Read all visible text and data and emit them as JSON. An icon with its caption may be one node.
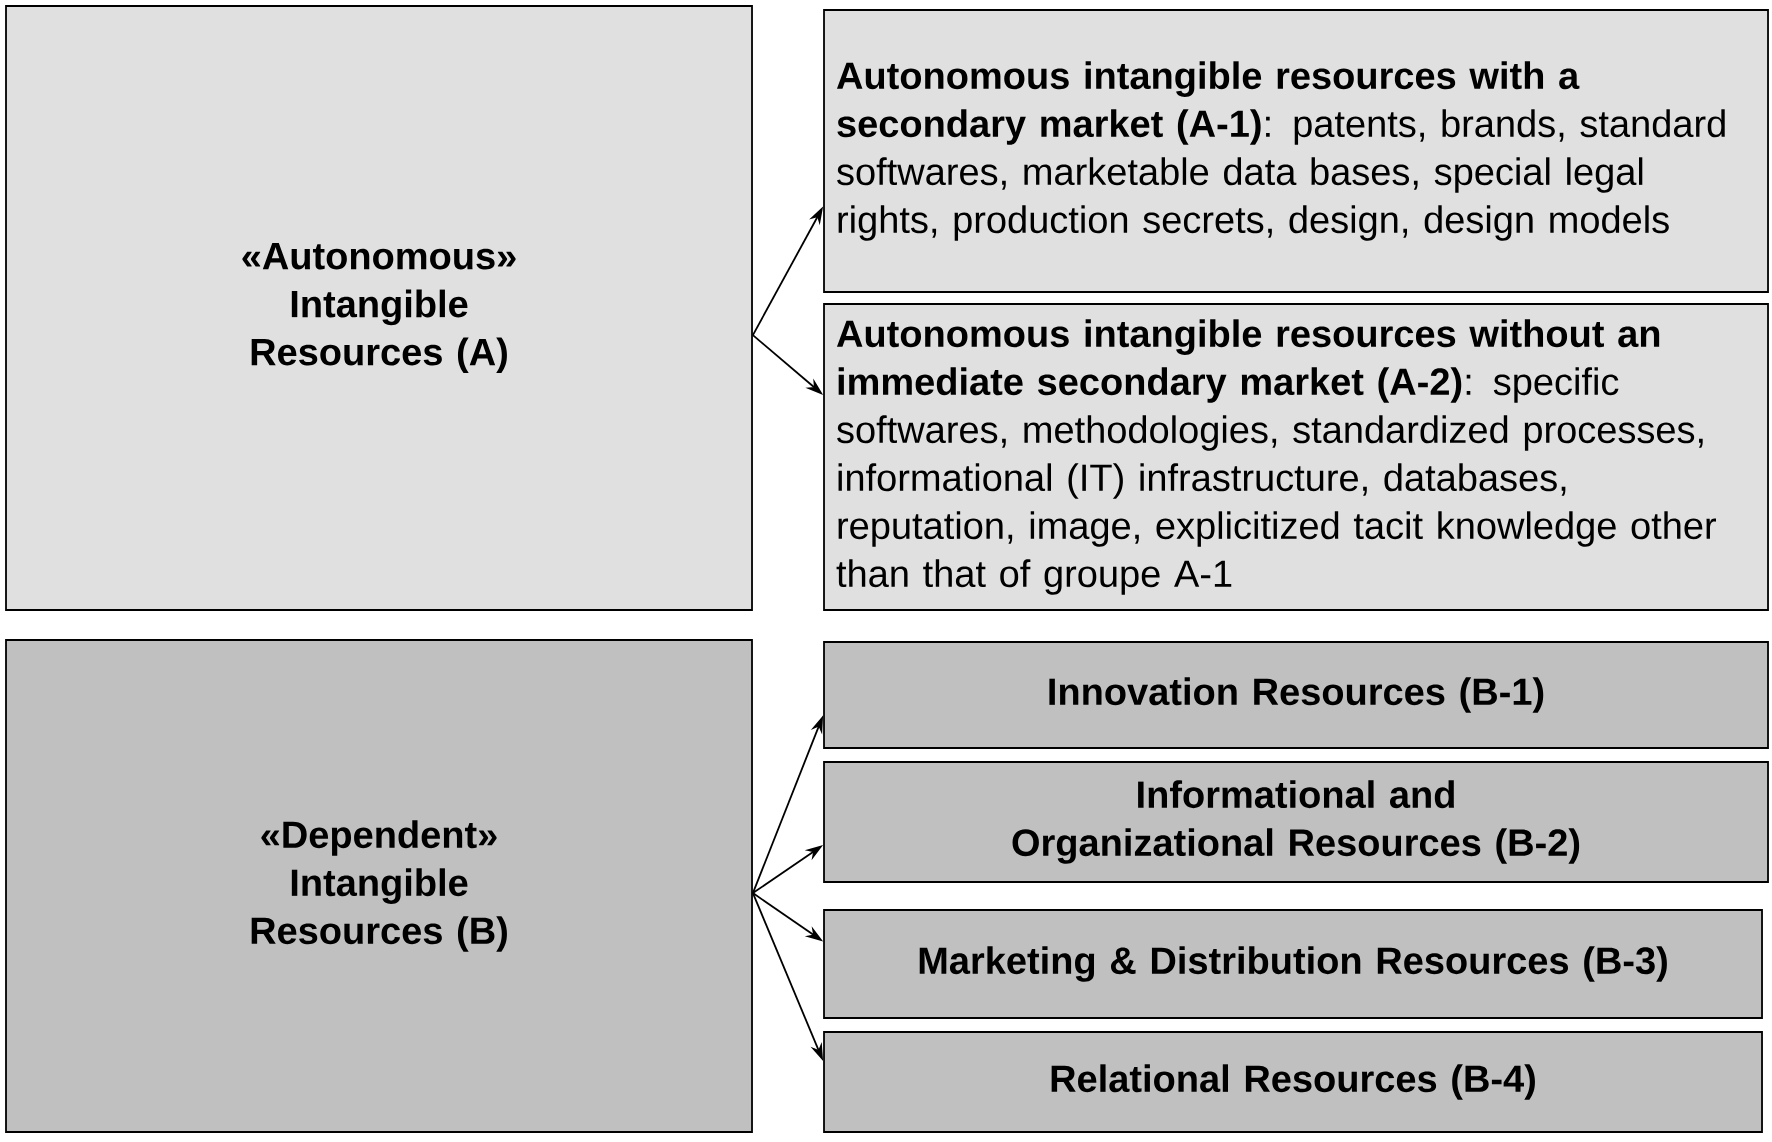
{
  "diagram": {
    "nodes": [
      {
        "text": [
          "«Autonomous» Intangible Resources (A)"
        ]
      },
      {
        "text": [
          "**Autonomous intangible resources with a secondary market (A-1)**: patents, brands, standard softwares, marketable data bases, special legal rights, production secrets, design, design models"
        ]
      },
      {
        "text": [
          "**Autonomous intangible resources without an immediate secondary market (A-2)**: specific softwares, methodologies, standardized processes, informational (IT) infrastructure, databases, reputation, image, explicitized tacit knowledge other than that of groupe A-1"
        ]
      },
      {
        "text": [
          "«Dependent» Intangible Resources (B)"
        ]
      },
      {
        "text": [
          "Innovation Resources (B-1)"
        ]
      },
      {
        "text": [
          "Informational and Organizational Resources (B-2)"
        ]
      },
      {
        "text": [
          "Marketing & Distribution Resources (B-3)"
        ]
      },
      {
        "text": [
          "Relational Resources (B-4)"
        ]
      }
    ],
    "edges": [
      {
        "from": 0,
        "to": 1,
        "arrow": "to"
      },
      {
        "from": 0,
        "to": 2,
        "arrow": "to"
      },
      {
        "from": 3,
        "to": 4,
        "arrow": "to"
      },
      {
        "from": 3,
        "to": 5,
        "arrow": "to"
      },
      {
        "from": 3,
        "to": 6,
        "arrow": "to"
      },
      {
        "from": 3,
        "to": 7,
        "arrow": "to"
      }
    ]
  }
}
